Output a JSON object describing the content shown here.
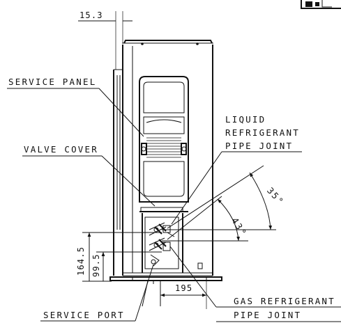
{
  "labels": {
    "service_panel": "SERVICE PANEL",
    "valve_cover": "VALVE COVER",
    "liquid_joint_1": "LIQUID",
    "liquid_joint_2": "REFRIGERANT",
    "liquid_joint_3": "PIPE JOINT",
    "gas_joint_1": "GAS REFRIGERANT",
    "gas_joint_2": "PIPE JOINT",
    "service_port": "SERVICE PORT"
  },
  "dimensions": {
    "top_offset": "15.3",
    "height_upper": "164.5",
    "height_lower": "99.5",
    "width_bottom": "195"
  },
  "angles": {
    "upper": "35°",
    "lower": "43°"
  }
}
